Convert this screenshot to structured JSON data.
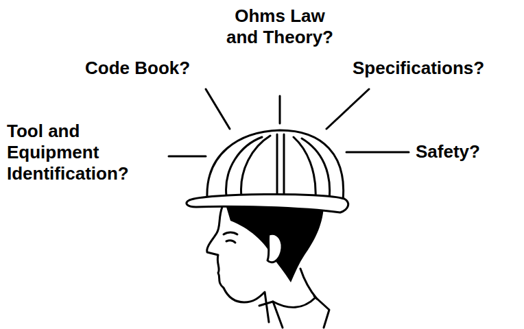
{
  "diagram": {
    "labels": [
      "Ohms Law and Theory?",
      "Code Book?",
      "Specifications?",
      "Tool and Equipment Identification?",
      "Safety?"
    ]
  }
}
